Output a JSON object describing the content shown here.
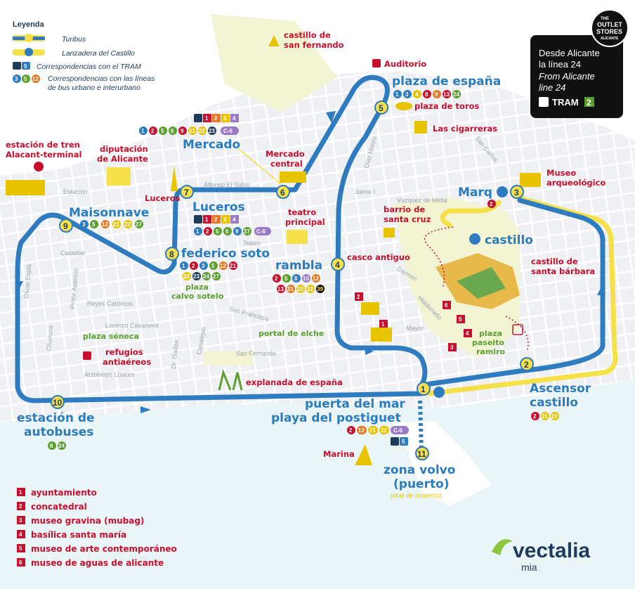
{
  "legend": {
    "title": "Leyenda",
    "turibus": "Turibus",
    "lanzadera": "Lanzadera del Castillo",
    "tram_num": "5",
    "tram": "Correspondencias con el TRAM",
    "bus": "Correspondencias con las líneas",
    "bus2": "de bus urbano e interurbano",
    "bus_nums": [
      "3",
      "5",
      "12"
    ]
  },
  "colors": {
    "turibus": "#2f7bbf",
    "lanzadera": "#f5e04a",
    "poi": "#c8102e",
    "green": "#5aa02c"
  },
  "promo": {
    "line1": "Desde Alicante",
    "line2": "la línea 24",
    "line3": "From Alicante",
    "line4": "line 24",
    "tram": "TRAM",
    "tram_num": "2",
    "logo1": "THE",
    "logo2": "OUTLET",
    "logo3": "STORES",
    "logo4": "ALICANTE"
  },
  "stops": [
    {
      "num": "1",
      "name": "puerta del mar"
    },
    {
      "num": "2",
      "name": "Ascensor"
    },
    {
      "num": "3",
      "name": "Marq"
    },
    {
      "num": "4",
      "name": "rambla"
    },
    {
      "num": "5",
      "name": "plaza de españa"
    },
    {
      "num": "6",
      "name": "Mercado"
    },
    {
      "num": "7",
      "name": "Luceros"
    },
    {
      "num": "8",
      "name": "federico soto"
    },
    {
      "num": "9",
      "name": "Maisonnave"
    },
    {
      "num": "10",
      "name": "estación de"
    },
    {
      "num": "11",
      "name": "zona volvo"
    }
  ],
  "stop_extra": {
    "playa": "playa del postiguet",
    "castillo2": "castillo",
    "autobuses": "autobuses",
    "puerto": "(puerto)",
    "cruceros": "(días de cruceros)",
    "castillo_shuttle": "castillo"
  },
  "connections": {
    "plaza_espana": [
      "1",
      "3",
      "4",
      "8",
      "9",
      "13",
      "24"
    ],
    "mercado_tram": [
      "1",
      "2",
      "3",
      "4"
    ],
    "mercado_bus": [
      "1",
      "2",
      "5",
      "6",
      "9",
      "21",
      "22",
      "23",
      "C-6"
    ],
    "luceros_tram": [
      "1",
      "2",
      "3",
      "4"
    ],
    "luceros_bus": [
      "1",
      "2",
      "5",
      "6",
      "9",
      "27",
      "C-6"
    ],
    "maisonnave": [
      "3",
      "5",
      "12",
      "21",
      "22",
      "27"
    ],
    "federico": [
      "1",
      "2",
      "3",
      "5",
      "12",
      "21",
      "22",
      "23",
      "24",
      "27"
    ],
    "rambla": [
      "2",
      "5",
      "8",
      "10",
      "12",
      "13",
      "21",
      "22",
      "39"
    ],
    "puerta_mar": [
      "2",
      "12",
      "21",
      "22",
      "C-6"
    ],
    "puerta_mar_tram": "5",
    "ascensor": [
      "2",
      "21",
      "22"
    ],
    "marq": [
      "2"
    ],
    "autobuses": [
      "6",
      "24"
    ]
  },
  "pois": {
    "castillo_fernando1": "castillo de",
    "castillo_fernando2": "san fernando",
    "auditorio": "Auditorio",
    "plaza_toros": "plaza de toros",
    "cigarreras": "Las cigarreras",
    "museo_arq1": "Museo",
    "museo_arq2": "arqueológico",
    "estacion1": "estación de tren",
    "estacion2": "Alacant-terminal",
    "diputacion1": "diputación",
    "diputacion2": "de Alicante",
    "mercado_central1": "Mercado",
    "mercado_central2": "central",
    "luceros_poi": "Luceros",
    "teatro1": "teatro",
    "teatro2": "principal",
    "barrio1": "barrio de",
    "barrio2": "santa cruz",
    "santa_barbara1": "castillo de",
    "santa_barbara2": "santa bárbara",
    "casco": "casco antiguo",
    "calvo1": "plaza",
    "calvo2": "calvo sotelo",
    "portal": "portal de elche",
    "seneca": "plaza séneca",
    "refugios1": "refugios",
    "refugios2": "antiaéreos",
    "paseito1": "plaza",
    "paseito2": "paseito",
    "paseito3": "ramiro",
    "explanada": "explanada de españa",
    "marina": "Marina"
  },
  "streets": {
    "estacion": "Estación",
    "alfonso": "Alfonso El Sabio",
    "jaime": "Jaime I",
    "vazquez": "Vázquez de Mella",
    "diaz": "Díaz Moreu",
    "carlos": "San Carlos",
    "castellar": "Castellar",
    "oscar": "Óscar Esplá",
    "pintor": "Pintor Aparicio",
    "reyes": "Reyes Católicos",
    "lorenzo": "Lorenzo Casanova",
    "arzobispo": "Arzobispo Loaces",
    "churruca": "Churruca",
    "gadea": "Dr. Gadea",
    "canalejas": "Canalejas",
    "francisco": "San Francisco",
    "fernando": "San Fernando",
    "teatro": "Teatro",
    "carmen": "Carmen",
    "maldonado": "Maldonado",
    "mayor": "Mayor"
  },
  "museums": [
    {
      "num": "1",
      "name": "ayuntamiento"
    },
    {
      "num": "2",
      "name": "concatedral"
    },
    {
      "num": "3",
      "name": "museo gravina (mubag)"
    },
    {
      "num": "4",
      "name": "basílica santa maría"
    },
    {
      "num": "5",
      "name": "museo de arte contemporáneo"
    },
    {
      "num": "6",
      "name": "museo de aguas de alicante"
    }
  ],
  "brand": {
    "name": "vectalia",
    "sub": "mia"
  }
}
